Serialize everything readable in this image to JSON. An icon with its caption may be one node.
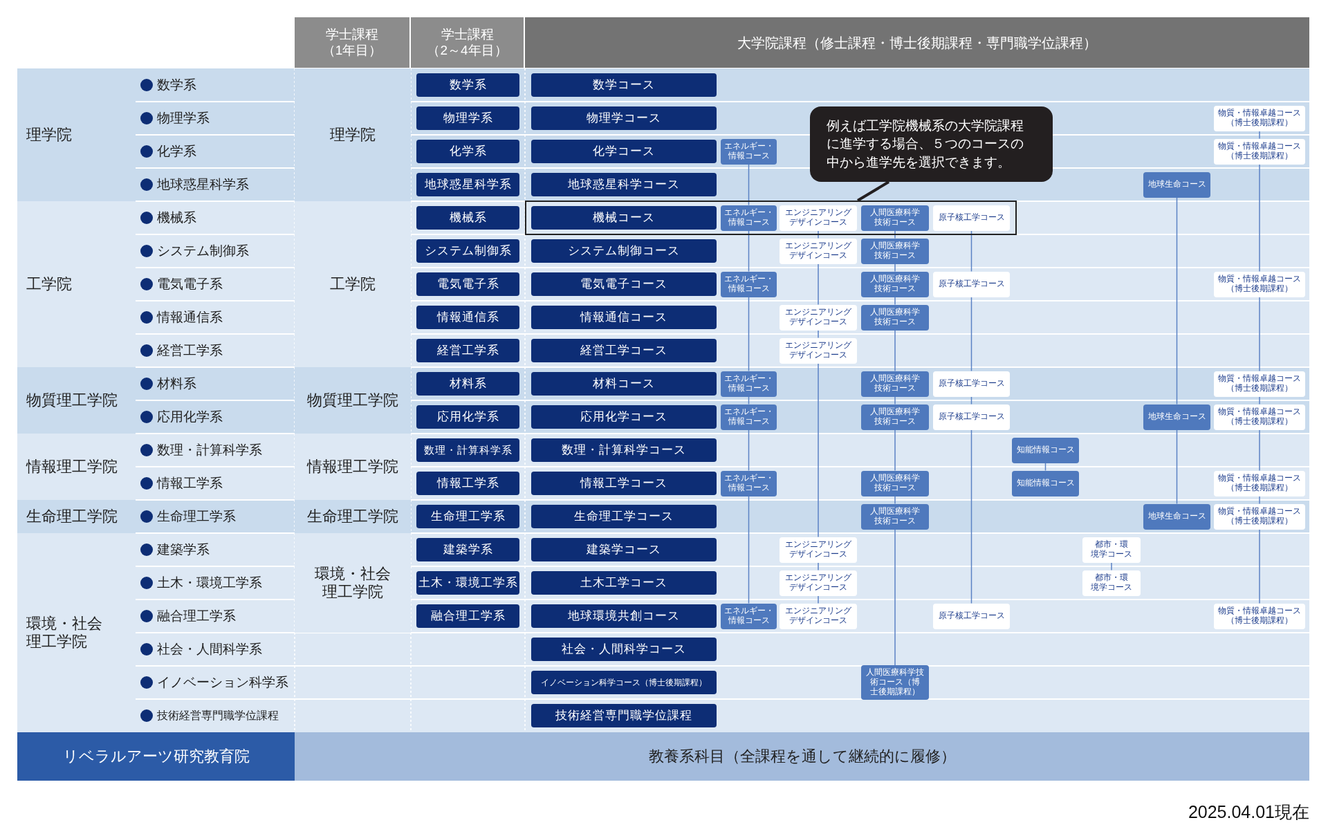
{
  "diagram": {
    "nodes": [
      {
        "text": [
          "学士課程",
          "（1年目）"
        ]
      },
      {
        "text": [
          "学士課程",
          "（2～4年目）"
        ]
      },
      {
        "text": [
          "大学院課程（修士課程・博士後期課程・専門職学位課程）"
        ]
      },
      {
        "text": [
          "理学院"
        ]
      },
      {
        "text": [
          "工学院"
        ]
      },
      {
        "text": [
          "物質理工学院"
        ]
      },
      {
        "text": [
          "情報理工学院"
        ]
      },
      {
        "text": [
          "生命理工学院"
        ]
      },
      {
        "text": [
          "環境・社会理工学院"
        ]
      },
      {
        "text": [
          "理学院"
        ]
      },
      {
        "text": [
          "工学院"
        ]
      },
      {
        "text": [
          "物質理工学院"
        ]
      },
      {
        "text": [
          "情報理工学院"
        ]
      },
      {
        "text": [
          "生命理工学院"
        ]
      },
      {
        "text": [
          "環境・社会理工学院"
        ]
      },
      {
        "text": [
          "例えば工学院機械系の大学院課程に進学する場合、５つのコースの中から進学先を選択できます。"
        ]
      },
      {
        "text": [],
        "shape": "box"
      },
      {
        "text": [
          "数学系"
        ]
      },
      {
        "text": [
          "数学コース"
        ]
      },
      {
        "text": [
          "物理学系"
        ]
      },
      {
        "text": [
          "物理学コース"
        ]
      },
      {
        "text": [
          "物質・情報卓越コース（博士後期課程）"
        ]
      },
      {
        "text": [
          "化学系"
        ]
      },
      {
        "text": [
          "化学コース"
        ]
      },
      {
        "text": [
          "エネルギー・情報コース"
        ]
      },
      {
        "text": [
          "物質・情報卓越コース（博士後期課程）"
        ]
      },
      {
        "text": [
          "地球惑星科学系"
        ]
      },
      {
        "text": [
          "地球惑星科学コース"
        ]
      },
      {
        "text": [
          "地球生命コース"
        ]
      },
      {
        "text": [
          "機械系"
        ]
      },
      {
        "text": [
          "機械コース"
        ],
        "in": 16
      },
      {
        "text": [
          "エネルギー・情報コース"
        ],
        "in": 16
      },
      {
        "text": [
          "エンジニアリングデザインコース"
        ],
        "in": 16
      },
      {
        "text": [
          "人間医療科学技術コース"
        ],
        "in": 16
      },
      {
        "text": [
          "原子核工学コース"
        ],
        "in": 16
      },
      {
        "text": [
          "システム制御系"
        ]
      },
      {
        "text": [
          "システム制御コース"
        ]
      },
      {
        "text": [
          "エンジニアリングデザインコース"
        ]
      },
      {
        "text": [
          "人間医療科学技術コース"
        ]
      },
      {
        "text": [
          "電気電子系"
        ]
      },
      {
        "text": [
          "電気電子コース"
        ]
      },
      {
        "text": [
          "エネルギー・情報コース"
        ]
      },
      {
        "text": [
          "人間医療科学技術コース"
        ]
      },
      {
        "text": [
          "原子核工学コース"
        ]
      },
      {
        "text": [
          "物質・情報卓越コース（博士後期課程）"
        ]
      },
      {
        "text": [
          "情報通信系"
        ]
      },
      {
        "text": [
          "情報通信コース"
        ]
      },
      {
        "text": [
          "エンジニアリングデザインコース"
        ]
      },
      {
        "text": [
          "人間医療科学技術コース"
        ]
      },
      {
        "text": [
          "経営工学系"
        ]
      },
      {
        "text": [
          "経営工学コース"
        ]
      },
      {
        "text": [
          "エンジニアリングデザインコース"
        ]
      },
      {
        "text": [
          "材料系"
        ]
      },
      {
        "text": [
          "材料コース"
        ]
      },
      {
        "text": [
          "エネルギー・情報コース"
        ]
      },
      {
        "text": [
          "人間医療科学技術コース"
        ]
      },
      {
        "text": [
          "原子核工学コース"
        ]
      },
      {
        "text": [
          "物質・情報卓越コース（博士後期課程）"
        ]
      },
      {
        "text": [
          "応用化学系"
        ]
      },
      {
        "text": [
          "応用化学コース"
        ]
      },
      {
        "text": [
          "エネルギー・情報コース"
        ]
      },
      {
        "text": [
          "人間医療科学技術コース"
        ]
      },
      {
        "text": [
          "原子核工学コース"
        ]
      },
      {
        "text": [
          "地球生命コース"
        ]
      },
      {
        "text": [
          "物質・情報卓越コース（博士後期課程）"
        ]
      },
      {
        "text": [
          "数理・計算科学系"
        ]
      },
      {
        "text": [
          "数理・計算科学コース"
        ]
      },
      {
        "text": [
          "知能情報コース"
        ]
      },
      {
        "text": [
          "情報工学系"
        ]
      },
      {
        "text": [
          "情報工学コース"
        ]
      },
      {
        "text": [
          "エネルギー・情報コース"
        ]
      },
      {
        "text": [
          "人間医療科学技術コース"
        ]
      },
      {
        "text": [
          "知能情報コース"
        ]
      },
      {
        "text": [
          "物質・情報卓越コース（博士後期課程）"
        ]
      },
      {
        "text": [
          "生命理工学系"
        ]
      },
      {
        "text": [
          "生命理工学コース"
        ]
      },
      {
        "text": [
          "人間医療科学技術コース"
        ]
      },
      {
        "text": [
          "地球生命コース"
        ]
      },
      {
        "text": [
          "物質・情報卓越コース（博士後期課程）"
        ]
      },
      {
        "text": [
          "建築学系"
        ]
      },
      {
        "text": [
          "建築学コース"
        ]
      },
      {
        "text": [
          "エンジニアリングデザインコース"
        ]
      },
      {
        "text": [
          "都市・環境学コース"
        ]
      },
      {
        "text": [
          "土木・環境工学系"
        ]
      },
      {
        "text": [
          "土木工学コース"
        ]
      },
      {
        "text": [
          "エンジニアリングデザインコース"
        ]
      },
      {
        "text": [
          "都市・環境学コース"
        ]
      },
      {
        "text": [
          "融合理工学系"
        ]
      },
      {
        "text": [
          "地球環境共創コース"
        ]
      },
      {
        "text": [
          "エネルギー・情報コース"
        ]
      },
      {
        "text": [
          "エンジニアリングデザインコース"
        ]
      },
      {
        "text": [
          "原子核工学コース"
        ]
      },
      {
        "text": [
          "物質・情報卓越コース（博士後期課程）"
        ]
      },
      {
        "text": [
          "社会・人間科学コース"
        ]
      },
      {
        "text": [
          "イノベーション科学コース（博士後期課程）"
        ]
      },
      {
        "text": [
          "人間医療科学技術コース（博士後期課程）"
        ]
      },
      {
        "text": [
          "技術経営専門職学位課程"
        ]
      },
      {
        "text": [
          "リベラルアーツ研究教育院"
        ]
      },
      {
        "text": [
          "教養系科目（全課程を通して継続的に履修）"
        ]
      }
    ],
    "edges": [
      {
        "from": 24,
        "to": 31,
        "arrow": "none"
      },
      {
        "from": 31,
        "to": 41,
        "arrow": "none"
      },
      {
        "from": 41,
        "to": 54,
        "arrow": "none"
      },
      {
        "from": 54,
        "to": 60,
        "arrow": "none"
      },
      {
        "from": 60,
        "to": 70,
        "arrow": "none"
      },
      {
        "from": 70,
        "to": 89,
        "arrow": "none"
      },
      {
        "from": 32,
        "to": 37,
        "arrow": "none"
      },
      {
        "from": 37,
        "to": 47,
        "arrow": "none"
      },
      {
        "from": 47,
        "to": 51,
        "arrow": "none"
      },
      {
        "from": 51,
        "to": 81,
        "arrow": "none"
      },
      {
        "from": 81,
        "to": 85,
        "arrow": "none"
      },
      {
        "from": 85,
        "to": 90,
        "arrow": "none"
      },
      {
        "from": 33,
        "to": 38,
        "arrow": "none"
      },
      {
        "from": 38,
        "to": 42,
        "arrow": "none"
      },
      {
        "from": 42,
        "to": 48,
        "arrow": "none"
      },
      {
        "from": 48,
        "to": 55,
        "arrow": "none"
      },
      {
        "from": 55,
        "to": 61,
        "arrow": "none"
      },
      {
        "from": 61,
        "to": 71,
        "arrow": "none"
      },
      {
        "from": 71,
        "to": 76,
        "arrow": "none"
      },
      {
        "from": 76,
        "to": 95,
        "arrow": "none"
      },
      {
        "from": 34,
        "to": 43,
        "arrow": "none"
      },
      {
        "from": 43,
        "to": 56,
        "arrow": "none"
      },
      {
        "from": 56,
        "to": 62,
        "arrow": "none"
      },
      {
        "from": 62,
        "to": 91,
        "arrow": "none"
      },
      {
        "from": 67,
        "to": 72,
        "arrow": "none"
      },
      {
        "from": 82,
        "to": 86,
        "arrow": "none"
      },
      {
        "from": 28,
        "to": 63,
        "arrow": "none"
      },
      {
        "from": 63,
        "to": 77,
        "arrow": "none"
      },
      {
        "from": 21,
        "to": 25,
        "arrow": "none"
      },
      {
        "from": 25,
        "to": 44,
        "arrow": "none"
      },
      {
        "from": 44,
        "to": 57,
        "arrow": "none"
      },
      {
        "from": 57,
        "to": 64,
        "arrow": "none"
      },
      {
        "from": 64,
        "to": 73,
        "arrow": "none"
      },
      {
        "from": 73,
        "to": 78,
        "arrow": "none"
      },
      {
        "from": 78,
        "to": 92,
        "arrow": "none"
      },
      {
        "from": 15,
        "to": 16,
        "arrow": "none",
        "color": "#231f20"
      }
    ],
    "labels": [
      "数学系",
      "物理学系",
      "化学系",
      "地球惑星科学系",
      "機械系",
      "システム制御系",
      "電気電子系",
      "情報通信系",
      "経営工学系",
      "材料系",
      "応用化学系",
      "数理・計算科学系",
      "情報工学系",
      "生命理工学系",
      "建築学系",
      "土木・環境工学系",
      "融合理工学系",
      "社会・人間科学系",
      "イノベーション科学系",
      "技術経営専門職学位課程",
      "2025.04.01現在"
    ]
  }
}
